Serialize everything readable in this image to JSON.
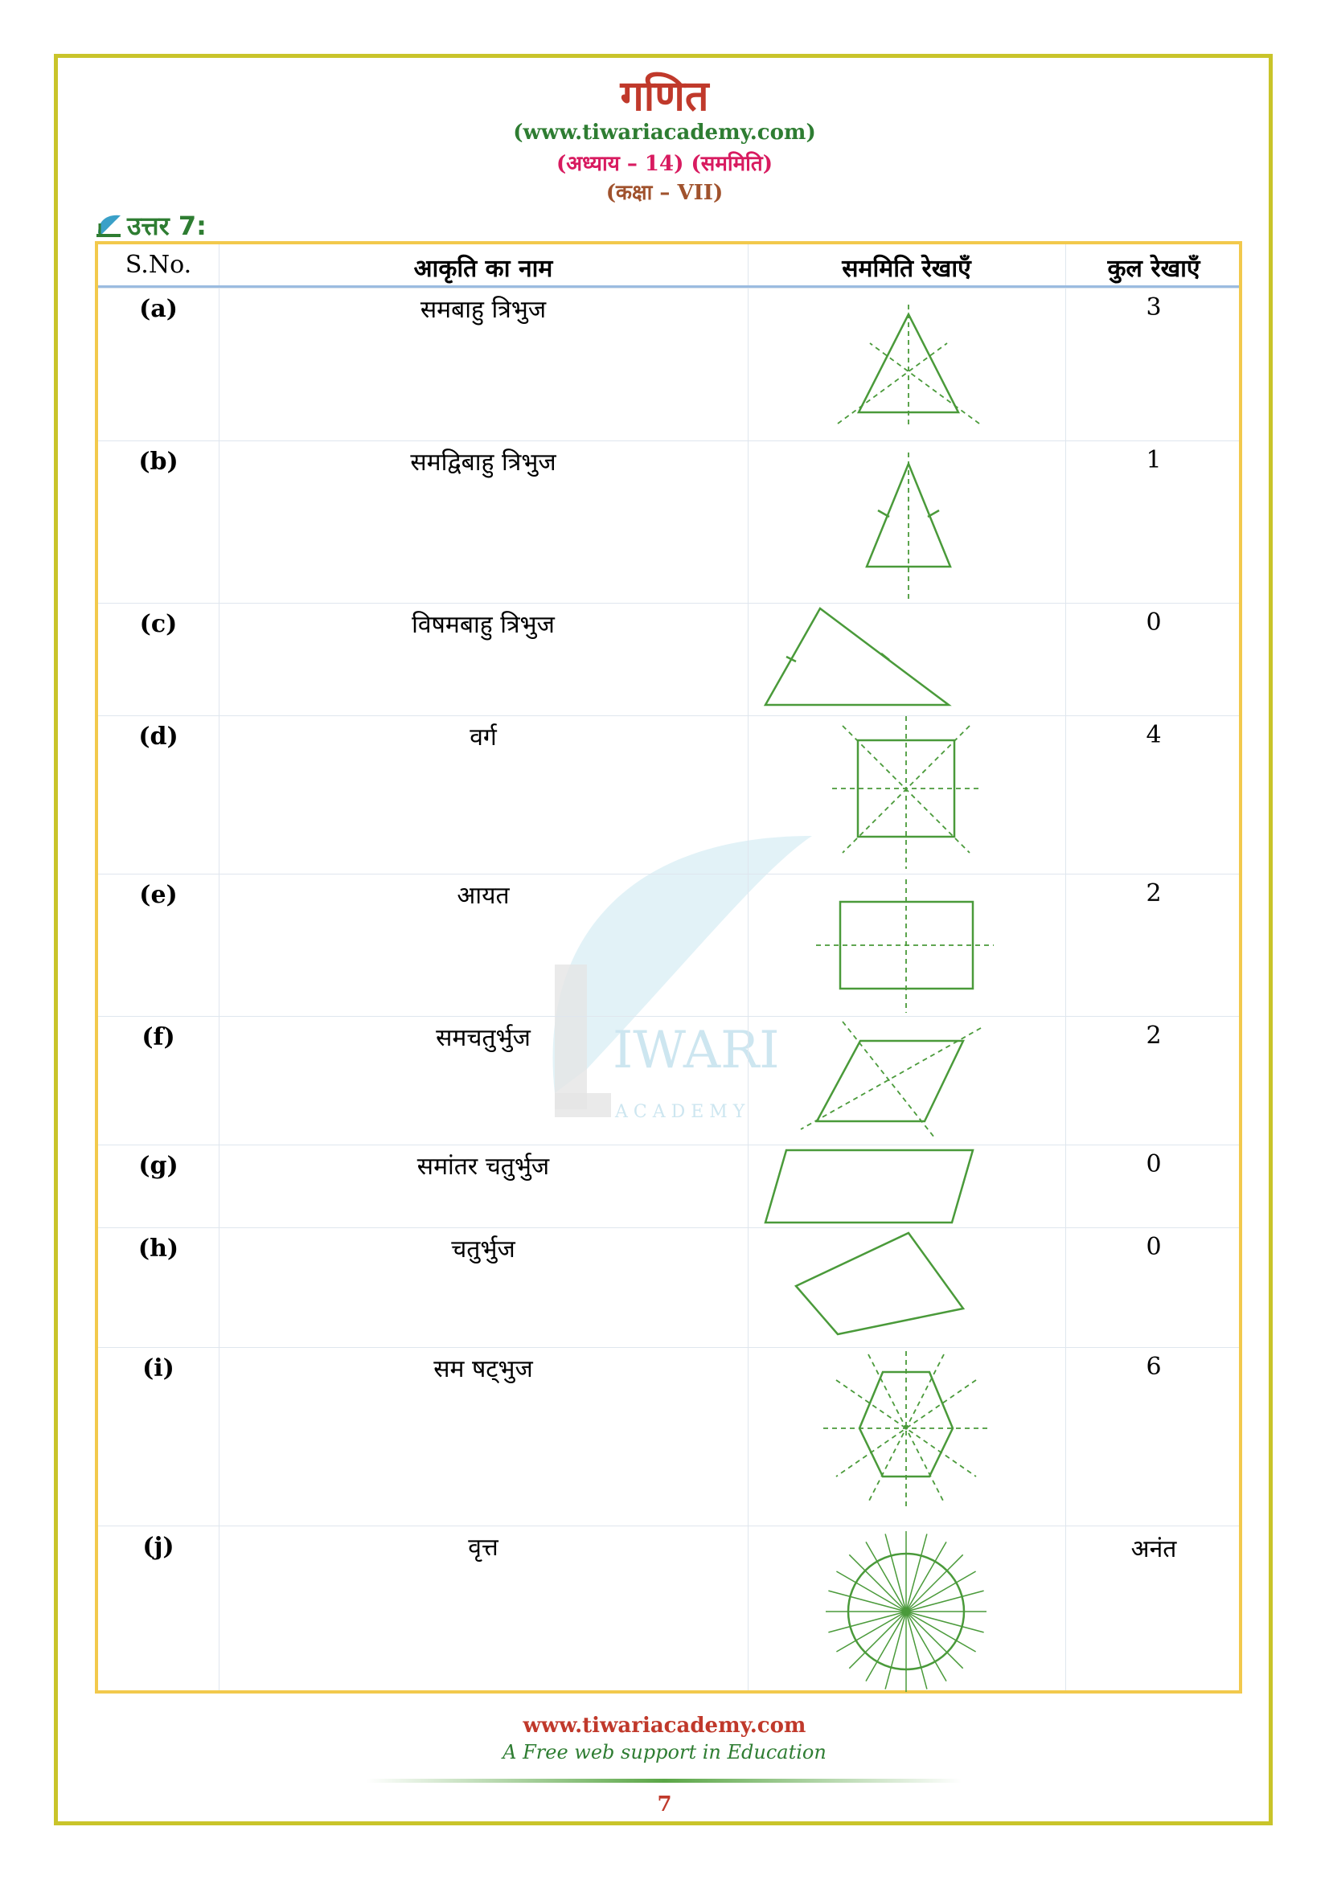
{
  "header": {
    "title": "गणित",
    "url": "(www.tiwariacademy.com)",
    "chapter": "(अध्याय – 14) (सममिति)",
    "class": "(कक्षा – VII)"
  },
  "answer_label": "उत्तर 7:",
  "watermark": {
    "text": "IWARI",
    "subtext": "A C A D E M Y"
  },
  "table": {
    "headers": [
      "S.No.",
      "आकृति का नाम",
      "सममिति रेखाएँ",
      "कुल रेखाएँ"
    ],
    "rows": [
      {
        "sn": "(a)",
        "name": "समबाहु त्रिभुज",
        "count": "3"
      },
      {
        "sn": "(b)",
        "name": "समद्विबाहु त्रिभुज",
        "count": "1"
      },
      {
        "sn": "(c)",
        "name": "विषमबाहु त्रिभुज",
        "count": "0"
      },
      {
        "sn": "(d)",
        "name": "वर्ग",
        "count": "4"
      },
      {
        "sn": "(e)",
        "name": "आयत",
        "count": "2"
      },
      {
        "sn": "(f)",
        "name": "समचतुर्भुज",
        "count": "2"
      },
      {
        "sn": "(g)",
        "name": "समांतर चतुर्भुज",
        "count": "0"
      },
      {
        "sn": "(h)",
        "name": "चतुर्भुज",
        "count": "0"
      },
      {
        "sn": "(i)",
        "name": "सम षट्भुज",
        "count": "6"
      },
      {
        "sn": "(j)",
        "name": "वृत्त",
        "count": "अनंत"
      }
    ]
  },
  "footer": {
    "url": "www.tiwariacademy.com",
    "tagline": "A Free web support in Education",
    "page": "7"
  },
  "colors": {
    "border": "#c9c42a",
    "table_border": "#f2c94c",
    "figure": "#4a9a3a",
    "title": "#c0392b"
  }
}
